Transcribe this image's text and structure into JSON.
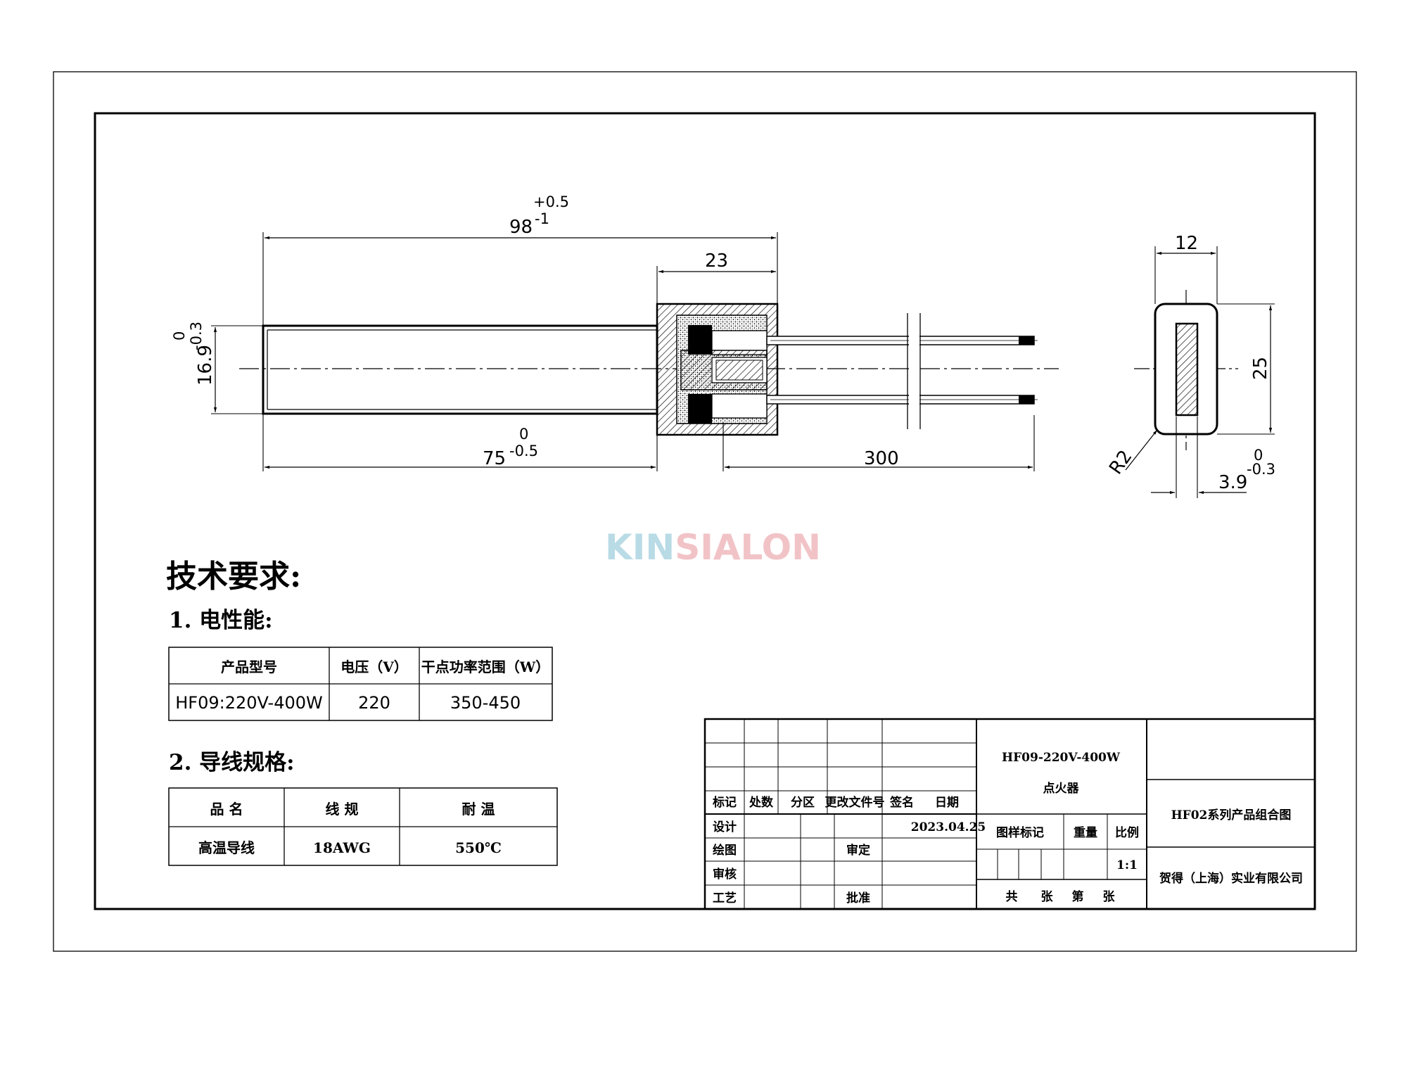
{
  "drawing": {
    "dims": {
      "overall_length": "98",
      "overall_tol_upper": "+0.5",
      "overall_tol_lower": "-1",
      "head_length": "23",
      "body_length": "75",
      "body_tol_upper": "0",
      "body_tol_lower": "-0.5",
      "lead_length": "300",
      "diameter": "16.9",
      "dia_tol_upper": "0",
      "dia_tol_lower": "-0.3",
      "end_width": "12",
      "end_height": "25",
      "corner_radius": "R2",
      "slot_width": "3.9",
      "slot_tol_upper": "0",
      "slot_tol_lower": "-0.3"
    },
    "watermark": {
      "part1": "KIN",
      "part2": "SIALON",
      "color1": "#b9dbe6",
      "color2": "#f1c3c7"
    }
  },
  "tech": {
    "title": "技术要求:",
    "section1": "1. 电性能:",
    "elec_table": {
      "headers": [
        "产品型号",
        "电压（V）",
        "干点功率范围（W）"
      ],
      "row": [
        "HF09:220V-400W",
        "220",
        "350-450"
      ]
    },
    "section2": "2. 导线规格:",
    "wire_table": {
      "headers": [
        "品  名",
        "线  规",
        "耐  温"
      ],
      "row": [
        "高温导线",
        "18AWG",
        "550℃"
      ]
    }
  },
  "titleblock": {
    "rev_headers": [
      "标记",
      "处数",
      "分区",
      "更改文件号",
      "签名",
      "日期"
    ],
    "design_label": "设计",
    "design_date": "2023.04.25",
    "drawing_label": "绘图",
    "review_label": "审定",
    "check_label": "审核",
    "process_label": "工艺",
    "approve_label": "批准",
    "product_code": "HF09-220V-400W",
    "product_name": "点火器",
    "mark_label": "图样标记",
    "weight_label": "重量",
    "scale_label": "比例",
    "scale_value": "1:1",
    "sheets": [
      "共",
      "张",
      "第",
      "张"
    ],
    "series_title": "HF02系列产品组合图",
    "company": "贺得（上海）实业有限公司"
  }
}
